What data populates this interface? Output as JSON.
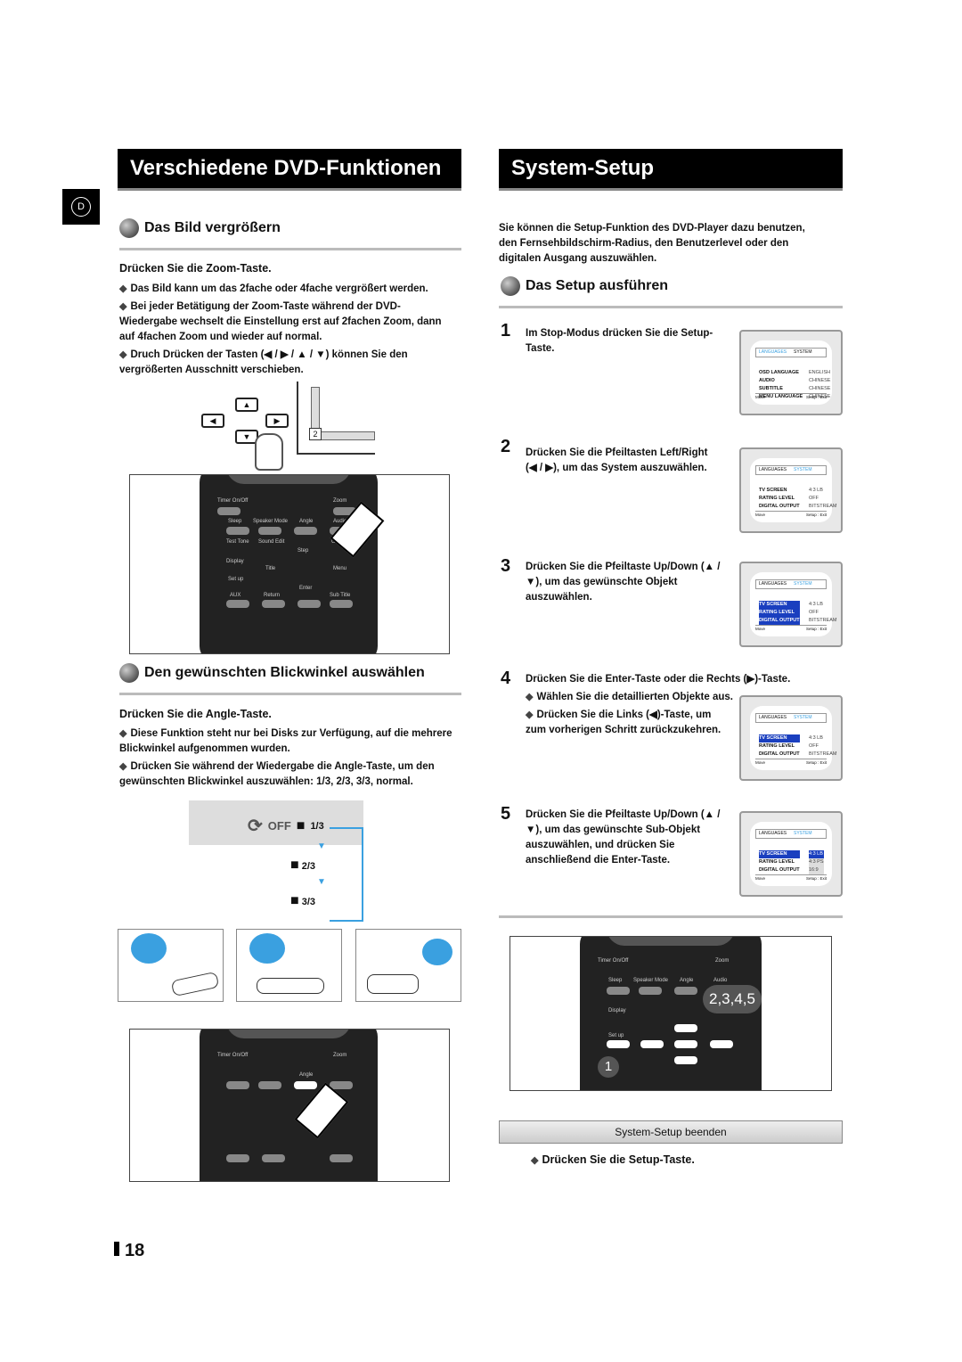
{
  "left": {
    "title": "Verschiedene DVD-Funktionen",
    "lang_badge": "D",
    "zoom": {
      "heading": "Das Bild vergrößern",
      "press": "Drücken Sie die Zoom-Taste.",
      "bullets": [
        "Das Bild kann um das 2fache oder 4fache vergrößert werden.",
        "Bei jeder Betätigung der Zoom-Taste während der DVD-Wiedergabe wechselt die Einstellung erst auf 2fachen Zoom, dann auf 4fachen Zoom und wieder auf normal.",
        "Druch Drücken der Tasten (◀ / ▶ / ▲ / ▼) können Sie den vergrößerten Ausschnitt verschieben."
      ],
      "zoom_level": "2"
    },
    "angle": {
      "heading": "Den gewünschten Blickwinkel auswählen",
      "press": "Drücken Sie die Angle-Taste.",
      "bullets": [
        "Diese Funktion steht nur bei Disks zur Verfügung, auf die mehrere Blickwinkel aufgenommen wurden.",
        "Drücken Sie während der Wiedergabe die Angle-Taste, um den gewünschten Blickwinkel auszuwählen: 1/3, 2/3, 3/3, normal."
      ],
      "off": "OFF",
      "steps": [
        "1/3",
        "2/3",
        "3/3"
      ]
    },
    "remote": {
      "labels": [
        "Timer On/Off",
        "Zoom",
        "Sleep",
        "Speaker Mode",
        "Angle",
        "Audio",
        "Test Tone",
        "Sound Edit",
        "Step",
        "Go To",
        "Display",
        "Title",
        "Menu",
        "Set up",
        "Enter",
        "AUX",
        "Return",
        "Sub Title"
      ]
    },
    "page_num": "18"
  },
  "right": {
    "title": "System-Setup",
    "intro": "Sie können die Setup-Funktion des DVD-Player dazu benutzen, den Fernsehbildschirm-Radius, den Benutzerlevel oder den digitalen Ausgang auszuwählen.",
    "heading": "Das Setup ausführen",
    "steps": [
      {
        "n": "1",
        "text": "Im Stop-Modus drücken Sie die Setup-Taste."
      },
      {
        "n": "2",
        "text": "Drücken Sie die Pfeiltasten Left/Right (◀ / ▶), um das System auszuwählen."
      },
      {
        "n": "3",
        "text": "Drücken Sie die Pfeiltaste Up/Down (▲ / ▼), um das gewünschte Objekt auszuwählen."
      },
      {
        "n": "4",
        "text": "Drücken Sie die Enter-Taste oder die Rechts (▶)-Taste.",
        "bullets": [
          "Wählen Sie die detaillierten Objekte aus.",
          "Drücken Sie die Links (◀)-Taste, um zum vorherigen Schritt zurückzukehren."
        ]
      },
      {
        "n": "5",
        "text": "Drücken Sie die Pfeiltaste Up/Down (▲ / ▼), um das gewünschte Sub-Objekt auszuwählen, und drücken Sie anschließend die Enter-Taste."
      }
    ],
    "screens": [
      {
        "tabs": [
          "LANGUAGES",
          "SYSTEM"
        ],
        "rows": [
          "OSD LANGUAGE",
          "AUDIO",
          "SUBTITLE",
          "MENU LANGUAGE"
        ],
        "vals": [
          "ENGLISH",
          "CHINESE",
          "CHINESE",
          "CHINESE"
        ],
        "foot": [
          "Move",
          "Setup : Exit"
        ]
      },
      {
        "tabs": [
          "LANGUAGES",
          "SYSTEM"
        ],
        "rows": [
          "TV SCREEN",
          "RATING LEVEL",
          "DIGITAL OUTPUT"
        ],
        "vals": [
          "4:3 LB",
          "OFF",
          "BITSTREAM"
        ],
        "foot": [
          "Move",
          "Setup : Exit"
        ]
      },
      {
        "tabs": [
          "LANGUAGES",
          "SYSTEM"
        ],
        "rows": [
          "TV SCREEN",
          "RATING LEVEL",
          "DIGITAL OUTPUT"
        ],
        "vals": [
          "4:3 LB",
          "OFF",
          "BITSTREAM"
        ],
        "foot": [
          "Move",
          "Setup : Exit"
        ]
      },
      {
        "tabs": [
          "LANGUAGES",
          "SYSTEM"
        ],
        "rows": [
          "TV SCREEN",
          "RATING LEVEL",
          "DIGITAL OUTPUT"
        ],
        "vals": [
          "4:3 LB",
          "OFF",
          "BITSTREAM"
        ],
        "foot": [
          "Move",
          "Setup : Exit"
        ]
      },
      {
        "tabs": [
          "LANGUAGES",
          "SYSTEM"
        ],
        "rows": [
          "TV SCREEN",
          "RATING LEVEL",
          "DIGITAL OUTPUT"
        ],
        "vals": [
          "4:3 LB",
          "4:3 PS",
          "16:9"
        ],
        "foot": [
          "Move",
          "Setup : Exit"
        ]
      }
    ],
    "callout_main": "2,3,4,5",
    "callout_one": "1",
    "exit_bar": "System-Setup beenden",
    "exit_press": "Drücken Sie die Setup-Taste."
  }
}
